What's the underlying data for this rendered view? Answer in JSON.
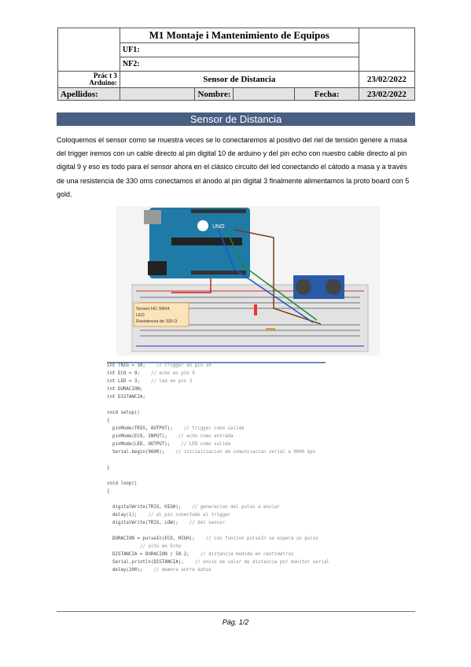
{
  "header": {
    "title": "M1 Montaje i Mantenimiento de Equipos",
    "uf_label": "UF1:",
    "nf_label": "NF2:",
    "prac_label_1": "Prác t 3",
    "prac_label_2": "Arduino:",
    "subject": "Sensor de Distancia",
    "date": "23/02/2022",
    "surname_label": "Apellidos:",
    "name_label": "Nombre:",
    "date_label": "Fecha:"
  },
  "section_title": "Sensor de Distancia",
  "paragraph": "Coloquemos el sensor como se muestra veces se lo conectaremos al positivo del riel de tensión genere a masa del trigger iremos con un cable directo al pin digital 10 de arduino y del pin echo con nuestro cable directo al pin digital 9 y eso es todo para el sensor ahora en el clásico circuito del led conectando el cátodo a masa y a través de una resistencia de 330 oms conectamos el ánodo al pin digital 3 finalmente alimentamos la proto board con 5 gold.",
  "diagram": {
    "board_label": "UNO",
    "note_line1": "Sensor HC-SR04",
    "note_line2": "LED",
    "note_line3": "Resistencia de 330 Ω"
  },
  "code_lines": [
    {
      "code": "int TRIG = 10;",
      "comment": "// trigger en pin 10"
    },
    {
      "code": "int ECO = 9;",
      "comment": "// echo en pin 9"
    },
    {
      "code": "int LED = 3;",
      "comment": "// led en pin 3"
    },
    {
      "code": "int DURACION;",
      "comment": ""
    },
    {
      "code": "int DISTANCIA;",
      "comment": ""
    },
    {
      "code": "",
      "comment": ""
    },
    {
      "code": "void setup()",
      "comment": ""
    },
    {
      "code": "{",
      "comment": ""
    },
    {
      "code": "  pinMode(TRIG, OUTPUT);",
      "comment": "// trigger como salida"
    },
    {
      "code": "  pinMode(ECO, INPUT);",
      "comment": "// echo como entrada"
    },
    {
      "code": "  pinMode(LED, OUTPUT);",
      "comment": "// LED como salida"
    },
    {
      "code": "  Serial.begin(9600);",
      "comment": "// inicializacion de comunicacion serial a 9600 bps"
    },
    {
      "code": "",
      "comment": ""
    },
    {
      "code": "}",
      "comment": ""
    },
    {
      "code": "",
      "comment": ""
    },
    {
      "code": "void loop()",
      "comment": ""
    },
    {
      "code": "{",
      "comment": ""
    },
    {
      "code": "",
      "comment": ""
    },
    {
      "code": "  digitalWrite(TRIG, HIGH);",
      "comment": "// generacion del pulso a enviar"
    },
    {
      "code": "  delay(1);",
      "comment": "// al pin conectado al trigger"
    },
    {
      "code": "  digitalWrite(TRIG, LOW);",
      "comment": "// del sensor"
    },
    {
      "code": "",
      "comment": ""
    },
    {
      "code": "  DURACION = pulseIn(ECO, HIGH);",
      "comment": "// con funcion pulseIn se espera un pulso"
    },
    {
      "code": "",
      "comment": "// alto en Echo"
    },
    {
      "code": "  DISTANCIA = DURACION / 58.2;",
      "comment": "// distancia medida en centimetros"
    },
    {
      "code": "  Serial.println(DISTANCIA);",
      "comment": "// envio de valor de distancia por monitor serial"
    },
    {
      "code": "  delay(200);",
      "comment": "// demora entre datos"
    }
  ],
  "footer": {
    "page": "Pág. 1/2"
  }
}
